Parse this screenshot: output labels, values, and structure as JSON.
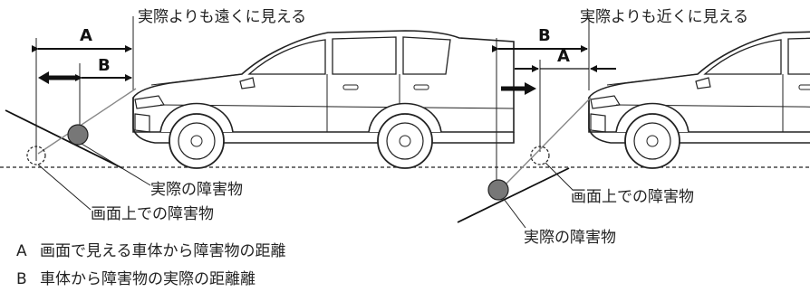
{
  "left": {
    "caption": "実際よりも遠くに見える",
    "dim_a": "A",
    "dim_b": "B",
    "actual_label": "実際の障害物",
    "screen_label": "画面上での障害物"
  },
  "right": {
    "caption": "実際よりも近くに見える",
    "dim_a": "A",
    "dim_b": "B",
    "actual_label": "実際の障害物",
    "screen_label": "画面上での障害物"
  },
  "legend": [
    {
      "key": "A",
      "text": "画面で見える車体から障害物の距離"
    },
    {
      "key": "B",
      "text": "車体から障害物の実際の距離離"
    }
  ]
}
